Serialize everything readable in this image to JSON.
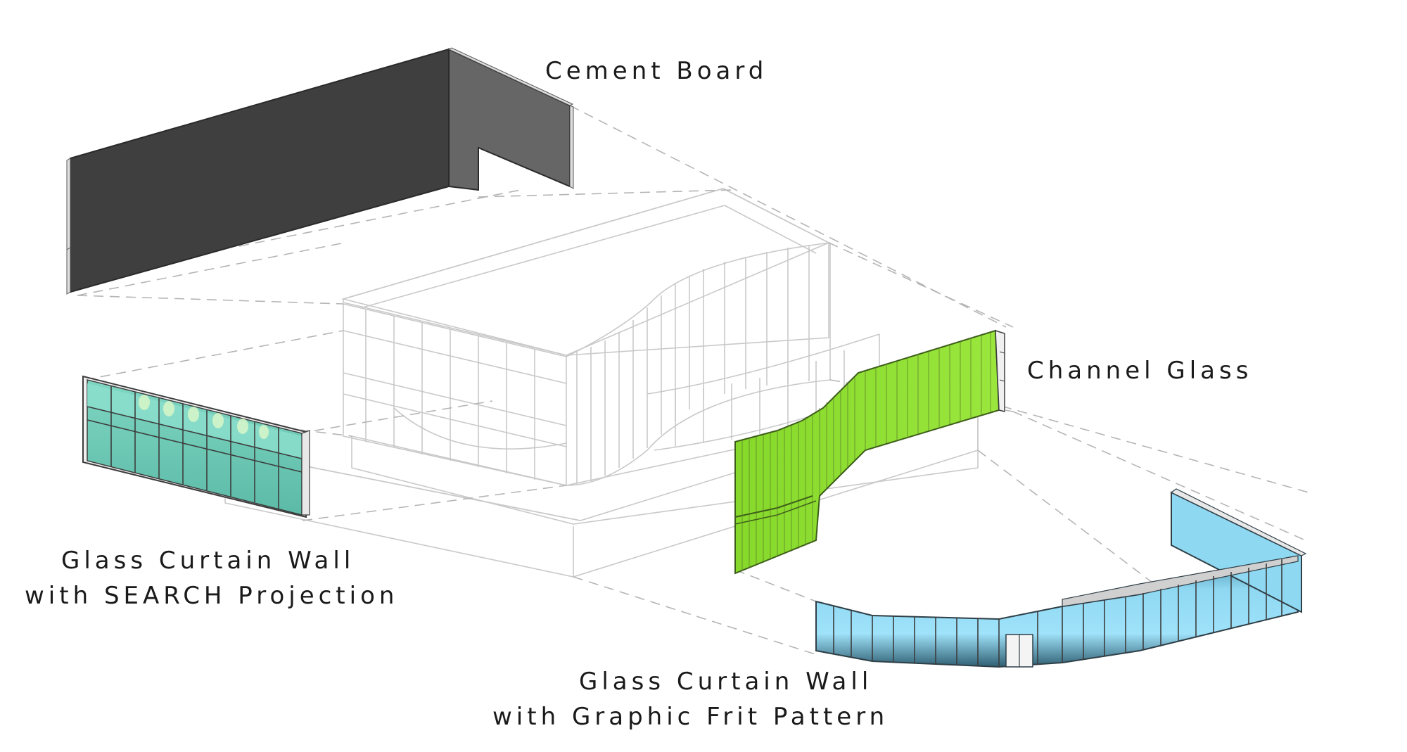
{
  "labels": {
    "cement_board": "Cement Board",
    "channel_glass": "Channel Glass",
    "curtain_wall_search_line1": "Glass Curtain Wall",
    "curtain_wall_search_line2": "with SEARCH Projection",
    "curtain_wall_frit_line1": "Glass Curtain Wall",
    "curtain_wall_frit_line2": "with Graphic Frit Pattern"
  },
  "colors": {
    "cement_board_front": "#3f3f3f",
    "cement_board_side": "#666666",
    "channel_glass": "#8ede2f",
    "curtain_wall_search": "#66c6b2",
    "curtain_wall_frit": "#8fd8f2",
    "ghost_building_lines": "#c9c9c9",
    "projection_lines": "#b5b5b5"
  }
}
